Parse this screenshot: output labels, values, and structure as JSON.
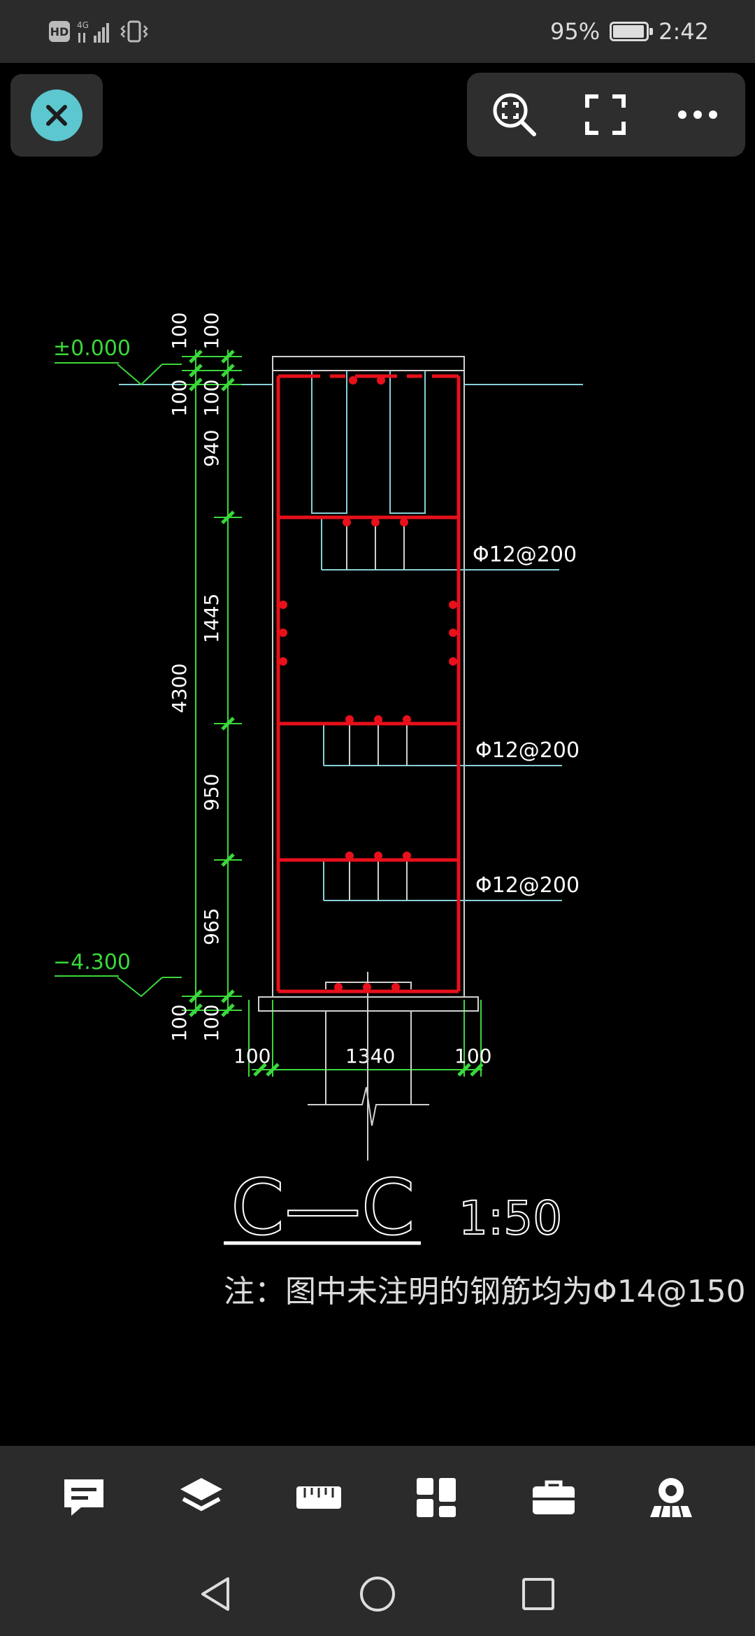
{
  "status_bar": {
    "hd_label": "HD",
    "network_label": "4G",
    "battery_text": "95%",
    "battery_level": 0.95,
    "time": "2:42"
  },
  "drawing": {
    "elev_top": "±0.000",
    "elev_bottom": "−4.300",
    "dims_left_outer": [
      "100",
      "100",
      "4300",
      "100"
    ],
    "dims_left_inner": [
      "100",
      "100",
      "940",
      "1445",
      "950",
      "965",
      "100"
    ],
    "dims_bottom": [
      "100",
      "1340",
      "100"
    ],
    "rebar_labels": [
      "Φ12@200",
      "Φ12@200",
      "Φ12@200"
    ],
    "section_title": "C—C",
    "scale": "1:50",
    "note": "注：图中未注明的钢筋均为Φ14@150"
  },
  "icons": {
    "close": "close-icon",
    "zoom_fit": "zoom-fit-icon",
    "fullscreen": "fullscreen-icon",
    "more": "more-icon",
    "comment": "comment-icon",
    "layers": "layers-icon",
    "ruler": "ruler-icon",
    "layout": "layout-icon",
    "toolbox": "toolbox-icon",
    "viewpoint": "viewpoint-icon",
    "back": "back-icon",
    "home": "home-icon",
    "recents": "recents-icon"
  },
  "colors": {
    "accent": "#5cc7cf",
    "rebar": "#e8101a",
    "dimension": "#3ad83a",
    "line": "#88d0d8"
  }
}
